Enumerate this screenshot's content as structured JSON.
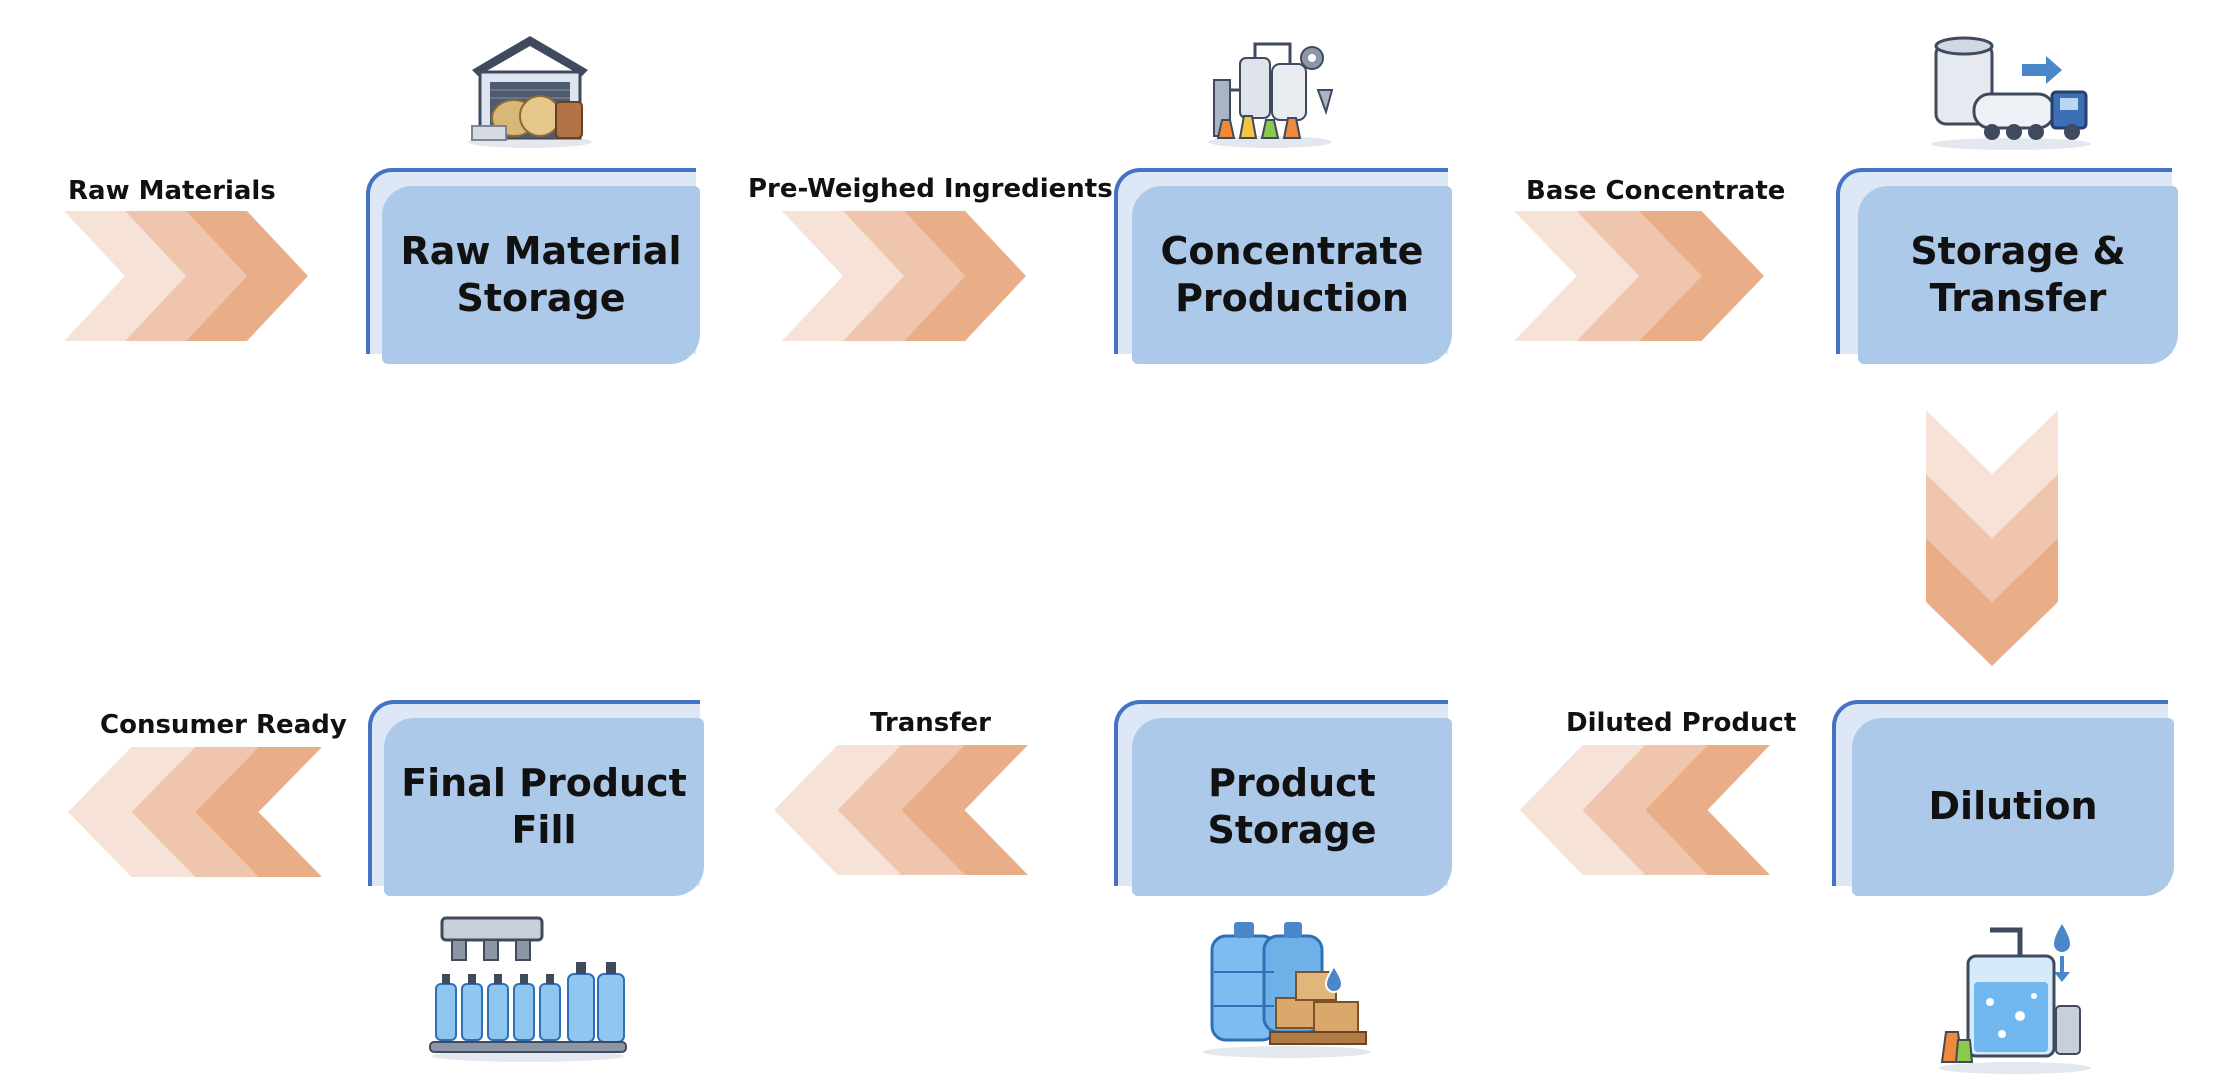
{
  "colors": {
    "chevron_light": "#f6e2d6",
    "chevron_mid": "#efc6ad",
    "chevron_dark": "#e9ae88",
    "box_fill": "#adc9ea",
    "box_back": "#dde7f6",
    "box_border": "#4472c4"
  },
  "steps": [
    {
      "title": "Raw Material\nStorage",
      "icon": "warehouse-icon"
    },
    {
      "title": "Concentrate\nProduction",
      "icon": "chemical-plant-icon"
    },
    {
      "title": "Storage &\nTransfer",
      "icon": "tank-truck-icon"
    },
    {
      "title": "Dilution",
      "icon": "dilution-tank-icon"
    },
    {
      "title": "Product\nStorage",
      "icon": "water-jugs-boxes-icon"
    },
    {
      "title": "Final Product\nFill",
      "icon": "bottle-filling-line-icon"
    }
  ],
  "flows": [
    {
      "label": "Raw Materials"
    },
    {
      "label": "Pre-Weighed Ingredients"
    },
    {
      "label": "Base Concentrate"
    },
    {
      "label": ""
    },
    {
      "label": "Diluted Product"
    },
    {
      "label": "Transfer"
    },
    {
      "label": "Consumer Ready"
    }
  ]
}
